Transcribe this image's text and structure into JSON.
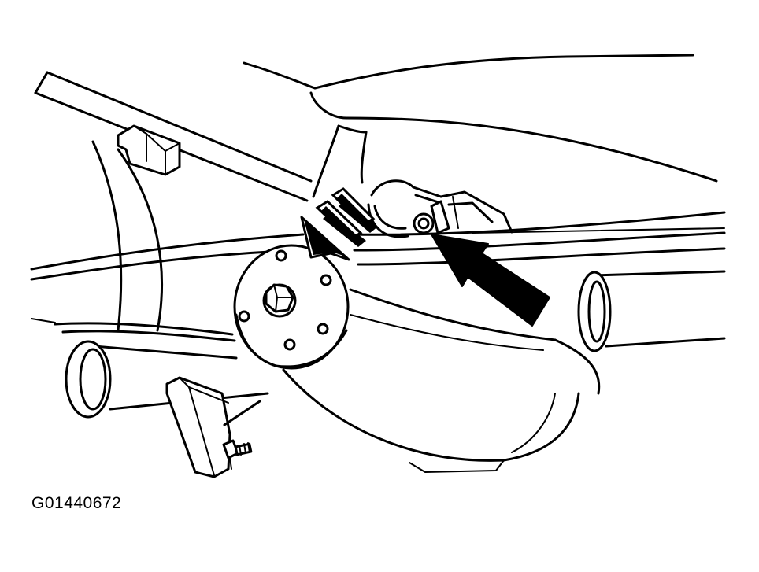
{
  "figure": {
    "id_label": "G01440672",
    "line_color": "#000000",
    "background": "#ffffff",
    "callouts": [
      {
        "name": "upper-left-arrow-icon",
        "style": "hollow-striped"
      },
      {
        "name": "right-arrow-icon",
        "style": "solid"
      }
    ]
  }
}
